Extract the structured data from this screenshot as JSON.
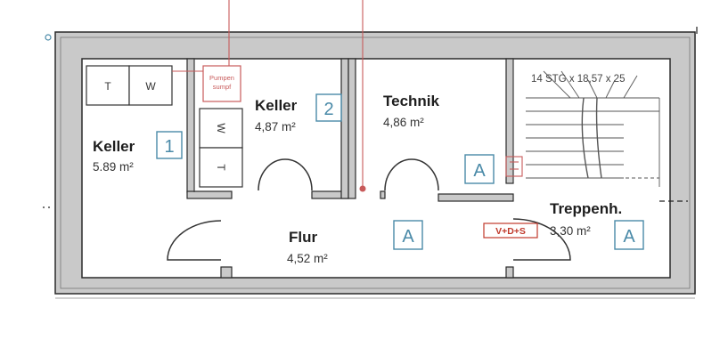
{
  "rooms": [
    {
      "id": "keller1",
      "name": "Keller",
      "area": "5.89 m²",
      "tag": "1"
    },
    {
      "id": "keller2",
      "name": "Keller",
      "area": "4,87 m²",
      "tag": "2"
    },
    {
      "id": "technik",
      "name": "Technik",
      "area": "4,86 m²",
      "tag": "A"
    },
    {
      "id": "flur",
      "name": "Flur",
      "area": "4,52 m²",
      "tag": "A"
    },
    {
      "id": "treppenhaus",
      "name": "Treppenh.",
      "area": "3,30 m²",
      "tag": "A"
    }
  ],
  "appliances": {
    "top_left": "T",
    "top_right": "W",
    "stack_top": "W",
    "stack_bottom": "T"
  },
  "sump": {
    "line1": "Pumpen",
    "line2": "sumpf"
  },
  "stair_note": "14 STG x 18,57 x 25",
  "vds_label": "V+D+S",
  "colors": {
    "wall_fill": "#c9c9c9",
    "wall_stroke": "#2a2a2a",
    "tag_stroke": "#4a8aa8",
    "red": "#c85a5a"
  }
}
